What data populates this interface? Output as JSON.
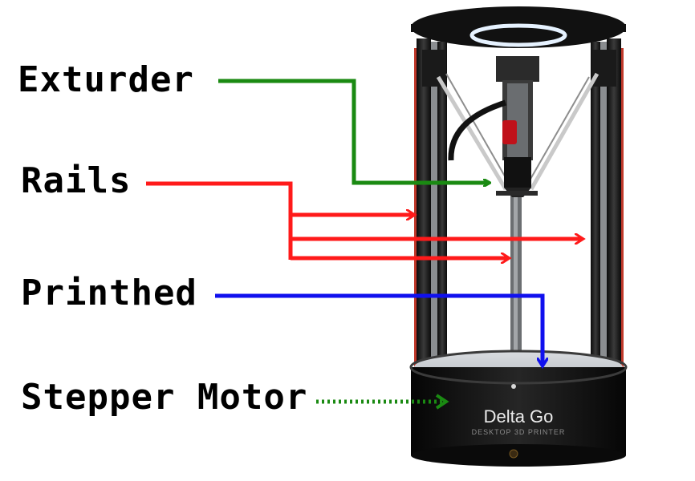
{
  "labels": {
    "extruder": "Exturder",
    "rails": "Rails",
    "printbed": "Printhed",
    "stepper": "Stepper Motor"
  },
  "printer": {
    "brand": "Delta Go",
    "tagline": "DESKTOP 3D PRINTER"
  },
  "colors": {
    "extruder_arrow": "#1a8a12",
    "rails_arrow": "#ff1a1a",
    "printbed_arrow": "#1010ee",
    "stepper_arrow": "#1a8a12",
    "base": "#111111",
    "led": "#e6f2ff"
  }
}
